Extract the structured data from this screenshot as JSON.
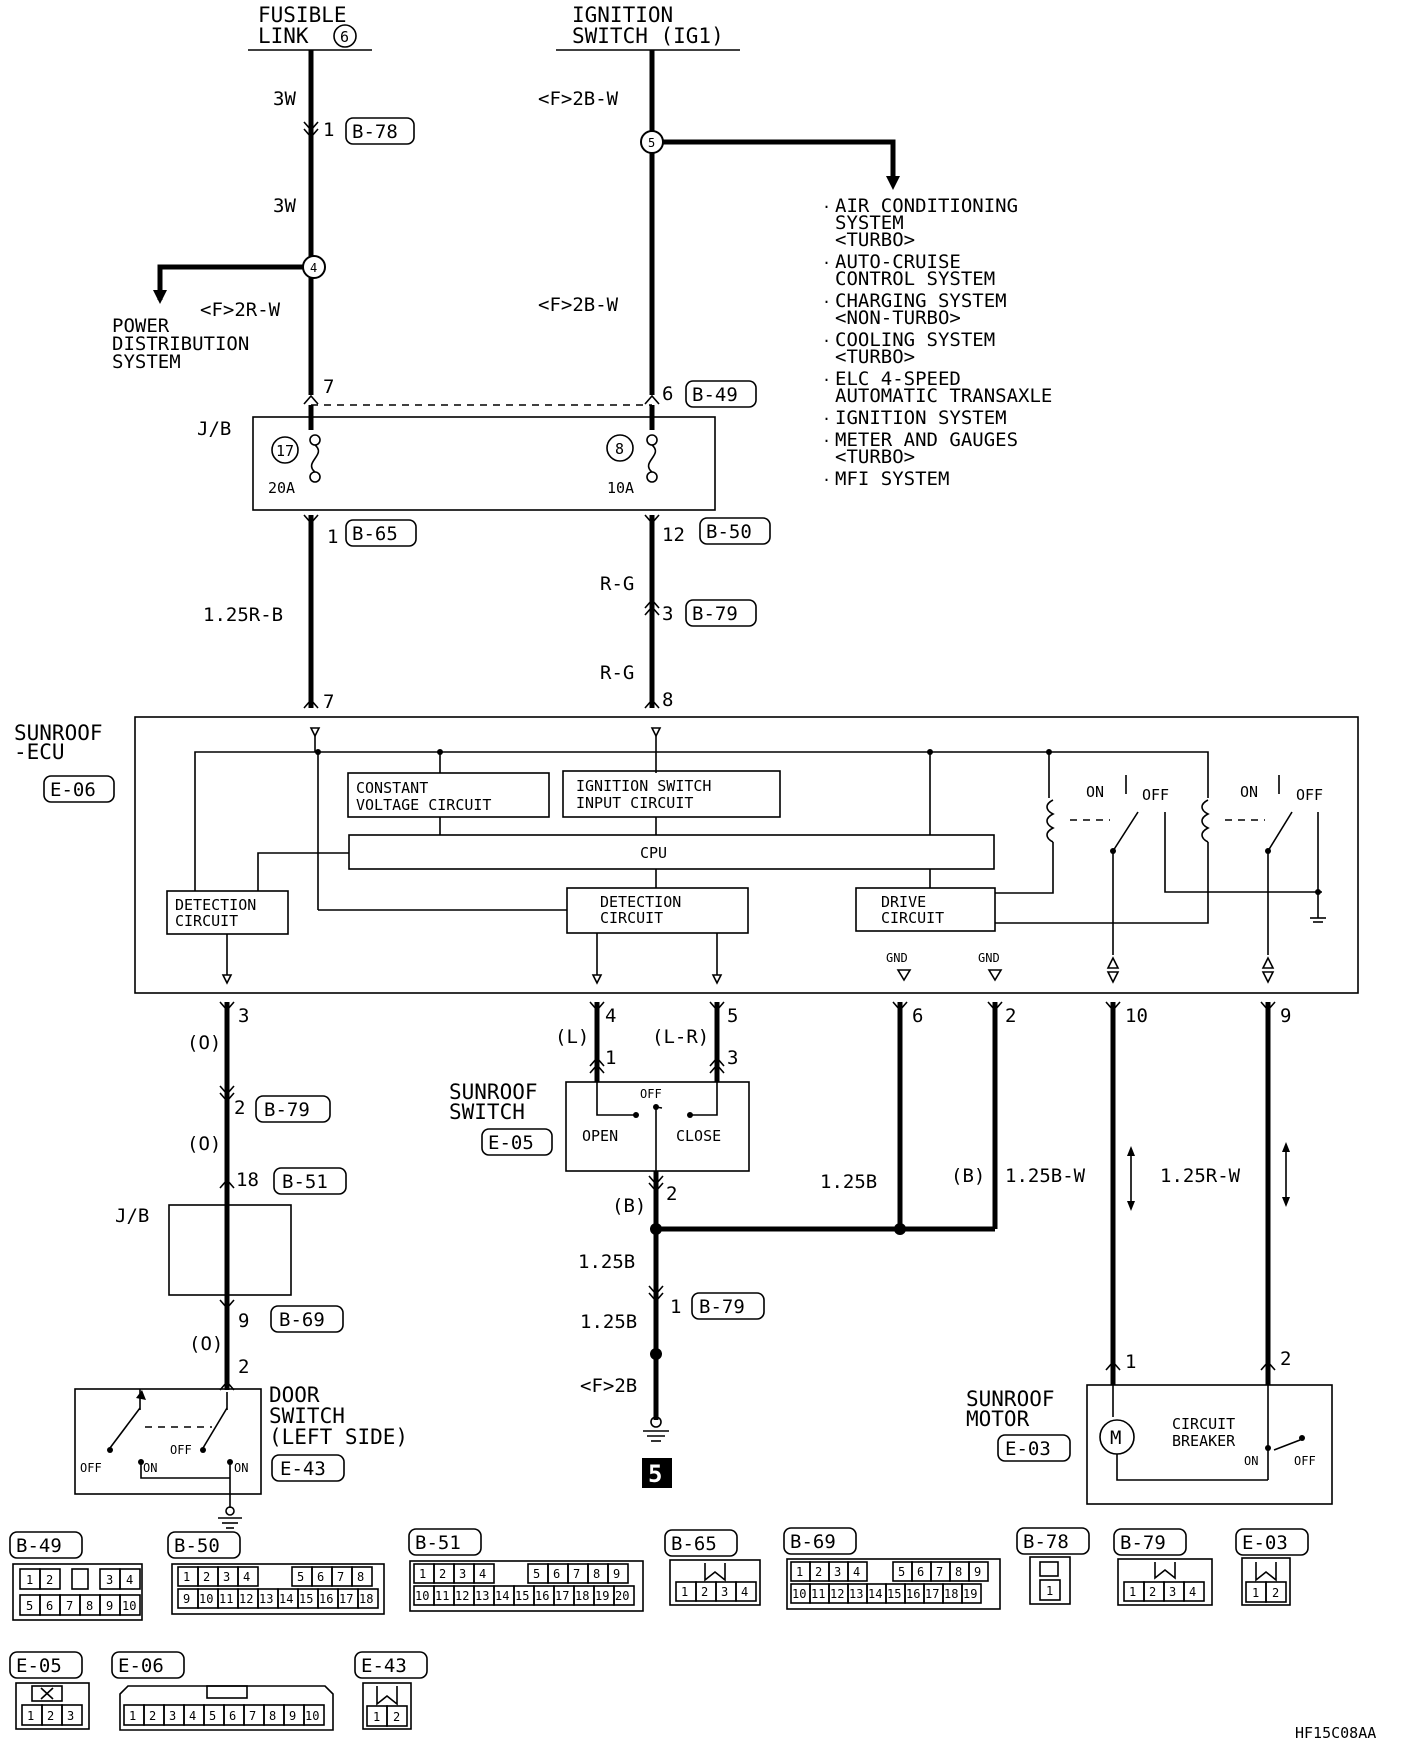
{
  "fusible_link": {
    "line1": "FUSIBLE",
    "line2": "LINK",
    "number": "6"
  },
  "ignition_switch": {
    "line1": "IGNITION",
    "line2": "SWITCH (IG1)"
  },
  "left_wires": {
    "w3w_top": "3W",
    "w3w_mid": "3W",
    "f2rw": "<F>2R-W",
    "pin1": "1",
    "b78": "B-78",
    "splice4": "4"
  },
  "power_distribution": [
    "POWER",
    "DISTRIBUTION",
    "SYSTEM"
  ],
  "right_wires": {
    "f2bw_top": "<F>2B-W",
    "f2bw_mid": "<F>2B-W",
    "splice5": "5"
  },
  "systems": [
    "AIR CONDITIONING",
    "SYSTEM",
    "<TURBO>",
    "AUTO-CRUISE",
    "CONTROL SYSTEM",
    "CHARGING SYSTEM",
    "<NON-TURBO>",
    "COOLING SYSTEM",
    "<TURBO>",
    "ELC 4-SPEED",
    "AUTOMATIC TRANSAXLE",
    "IGNITION SYSTEM",
    "METER AND GAUGES",
    "<TURBO>",
    "MFI SYSTEM"
  ],
  "jb_top": {
    "label": "J/B",
    "pin7": "7",
    "pin6": "6",
    "b49": "B-49",
    "fuse17": "17",
    "fuse8": "8",
    "amp20": "20A",
    "amp10": "10A",
    "pin1": "1",
    "b65": "B-65",
    "pin12": "12",
    "b50": "B-50"
  },
  "mid_wires": {
    "w125rb": "1.25R-B",
    "rg1": "R-G",
    "pin3": "3",
    "b79": "B-79",
    "rg2": "R-G",
    "pin7": "7",
    "pin8": "8"
  },
  "ecu": {
    "name1": "SUNROOF",
    "name2": "-ECU",
    "conn": "E-06",
    "constant_voltage": [
      "CONSTANT",
      "VOLTAGE CIRCUIT"
    ],
    "ign_input": [
      "IGNITION SWITCH",
      "INPUT CIRCUIT"
    ],
    "cpu": "CPU",
    "detection_left": [
      "DETECTION",
      "CIRCUIT"
    ],
    "detection_mid": [
      "DETECTION",
      "CIRCUIT"
    ],
    "drive": [
      "DRIVE",
      "CIRCUIT"
    ],
    "relay1_on": "ON",
    "relay1_off": "OFF",
    "relay2_on": "ON",
    "relay2_off": "OFF",
    "gnd1": "GND",
    "gnd2": "GND"
  },
  "lower_left": {
    "pin3": "3",
    "o1": "(O)",
    "pin2": "2",
    "b79": "B-79",
    "o2": "(O)",
    "pin18": "18",
    "b51": "B-51",
    "jb": "J/B",
    "pin9": "9",
    "b69": "B-69",
    "o3": "(O)",
    "pin2b": "2"
  },
  "door_switch": {
    "lines": [
      "DOOR",
      "SWITCH",
      "(LEFT SIDE)"
    ],
    "conn": "E-43",
    "off1": "OFF",
    "on1": "ON",
    "off2": "OFF",
    "on2": "ON"
  },
  "sunroof_switch": {
    "lines": [
      "SUNROOF",
      "SWITCH"
    ],
    "conn": "E-05",
    "l": "(L)",
    "lr": "(L-R)",
    "pin4": "4",
    "pin5": "5",
    "pin1": "1",
    "pin3": "3",
    "off": "OFF",
    "open": "OPEN",
    "close": "CLOSE",
    "b": "(B)",
    "pin2": "2"
  },
  "ground_path": {
    "w125b_1": "1.25B",
    "pin1": "1",
    "b79": "B-79",
    "w125b_2": "1.25B",
    "f2b": "<F>2B",
    "ground_no": "5"
  },
  "right_lower": {
    "pin6": "6",
    "pin2": "2",
    "pin10": "10",
    "pin9": "9",
    "w125b": "1.25B",
    "b": "(B)",
    "w125bw": "1.25B-W",
    "w125rw": "1.25R-W"
  },
  "motor": {
    "lines": [
      "SUNROOF",
      "MOTOR"
    ],
    "conn": "E-03",
    "pin1": "1",
    "pin2": "2",
    "m": "M",
    "breaker": [
      "CIRCUIT",
      "BREAKER"
    ],
    "on": "ON",
    "off": "OFF"
  },
  "connectors": [
    {
      "id": "B-49",
      "row1": [
        "1",
        "2",
        "",
        "3",
        "4"
      ],
      "row2": [
        "5",
        "6",
        "7",
        "8",
        "9",
        "10"
      ]
    },
    {
      "id": "B-50",
      "row1": [
        "1",
        "2",
        "3",
        "4",
        "",
        "5",
        "6",
        "7",
        "8"
      ],
      "row2": [
        "9",
        "10",
        "11",
        "12",
        "13",
        "14",
        "15",
        "16",
        "17",
        "18"
      ]
    },
    {
      "id": "B-51",
      "row1": [
        "1",
        "2",
        "3",
        "4",
        "",
        "5",
        "6",
        "7",
        "8",
        "9"
      ],
      "row2": [
        "10",
        "11",
        "12",
        "13",
        "14",
        "15",
        "16",
        "17",
        "18",
        "19",
        "20"
      ]
    },
    {
      "id": "B-65",
      "row1": [],
      "row2": [
        "1",
        "2",
        "3",
        "4"
      ]
    },
    {
      "id": "B-69",
      "row1": [
        "1",
        "2",
        "3",
        "4",
        "",
        "5",
        "6",
        "7",
        "8",
        "9"
      ],
      "row2": [
        "10",
        "11",
        "12",
        "13",
        "14",
        "15",
        "16",
        "17",
        "18",
        "19"
      ]
    },
    {
      "id": "B-78",
      "row1": [],
      "row2": [
        "1"
      ]
    },
    {
      "id": "B-79",
      "row1": [],
      "row2": [
        "1",
        "2",
        "3",
        "4"
      ]
    },
    {
      "id": "E-03",
      "row1": [],
      "row2": [
        "1",
        "2"
      ]
    },
    {
      "id": "E-05",
      "row1": [],
      "row2": [
        "1",
        "2",
        "3"
      ]
    },
    {
      "id": "E-06",
      "row1": [],
      "row2": [
        "1",
        "2",
        "3",
        "4",
        "5",
        "6",
        "7",
        "8",
        "9",
        "10"
      ]
    },
    {
      "id": "E-43",
      "row1": [],
      "row2": [
        "1",
        "2"
      ]
    }
  ],
  "footer_code": "HF15C08AA"
}
